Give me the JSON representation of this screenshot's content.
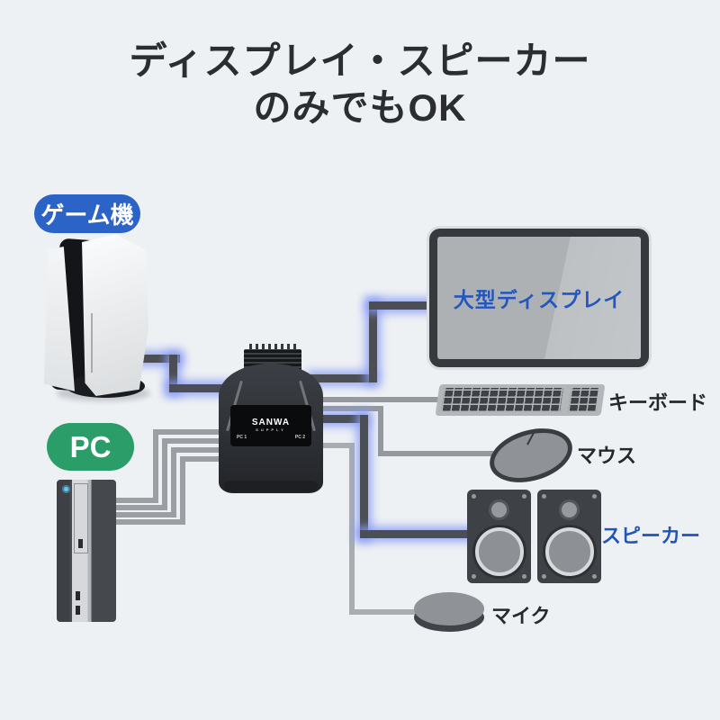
{
  "title": {
    "line1": "ディスプレイ・スピーカー",
    "line2": "のみでもOK"
  },
  "devices": {
    "game_console": {
      "label": "ゲーム機"
    },
    "pc": {
      "label": "PC"
    },
    "display": {
      "label": "大型ディスプレイ"
    },
    "keyboard": {
      "label": "キーボード"
    },
    "mouse": {
      "label": "マウス"
    },
    "speaker": {
      "label": "スピーカー"
    },
    "microphone": {
      "label": "マイク"
    },
    "kvm_switch": {
      "brand": "SANWA",
      "brand_sub": "SUPPLY",
      "port_left": "PC 1",
      "port_right": "PC 2"
    }
  },
  "colors": {
    "background": "#eef1f4",
    "title_text": "#2b2d31",
    "game_badge_blue": "#2b63c6",
    "pc_badge_green": "#2a9d68",
    "highlight_text_blue": "#2156b8",
    "active_cable": "#4b4e55",
    "active_cable_glow": "#899cf4",
    "inactive_cable_gray": "#95999d"
  },
  "connections": [
    {
      "from": "game-console",
      "to": "kvm-switch",
      "active": true
    },
    {
      "from": "kvm-switch",
      "to": "display",
      "active": true
    },
    {
      "from": "kvm-switch",
      "to": "keyboard",
      "active": false
    },
    {
      "from": "kvm-switch",
      "to": "mouse",
      "active": false
    },
    {
      "from": "kvm-switch",
      "to": "speaker",
      "active": true
    },
    {
      "from": "kvm-switch",
      "to": "microphone",
      "active": false
    },
    {
      "from": "pc",
      "to": "kvm-switch",
      "active": false,
      "cable_count": 4
    }
  ]
}
